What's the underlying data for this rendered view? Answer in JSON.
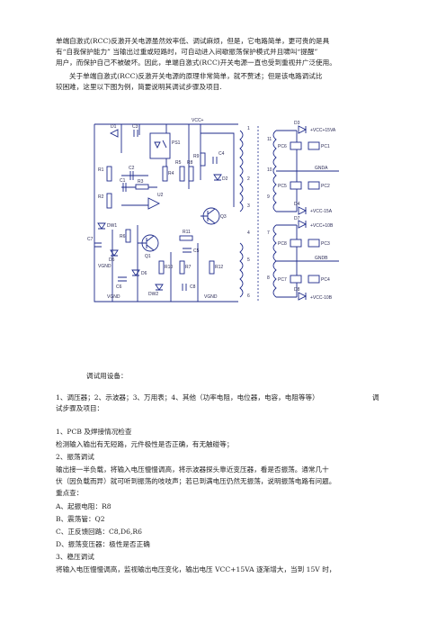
{
  "intro": {
    "line1": "单端自激式(RCC)反激开关电源虽然效率低、调试麻烦，但是，它电路简单，更可贵的是具",
    "line2": "有“自我保护能力” 当输出过重或短路时，可自动进入间歇振荡保护模式并且啸叫“提醒”",
    "line3": "用户，而保护自己不被破坏。因此，单端自激式(RCC)开关电源一直也受到重视并广泛使用。",
    "line4": "关于单端自激式(RCC)反激开关电源的原理非常简单，就不赘述；但是该电路调试比",
    "line5": "较困难，这里以下图为例，简要说明其调试步骤及项目."
  },
  "schematic": {
    "labels": {
      "d1": "D1",
      "c3": "C3",
      "ps1": "PS1",
      "vcc_top": "VCC+",
      "d3": "D3",
      "vcc15": "+VCC+15VA",
      "r1": "R1",
      "c2": "C2",
      "c1": "C1",
      "r3": "R3",
      "r2": "R2",
      "u2": "U2",
      "r4": "R4",
      "r5": "R5",
      "r8": "R8",
      "r9": "R9",
      "c4": "C4",
      "d2": "D2",
      "q3": "Q3",
      "pc6": "PC6",
      "pc1": "PC1",
      "pc5": "PC5",
      "pc2": "PC2",
      "gnda": "GNDA",
      "d4": "D4",
      "vcc15b": "+VCC-15A",
      "dw1": "DW1",
      "c7": "C7",
      "r6": "R6",
      "d5": "D5",
      "r11": "R11",
      "c5": "C5",
      "q1": "Q1",
      "d7": "D7",
      "vcc10": "+VCC+10B",
      "pc8": "PC8",
      "pc3": "PC3",
      "gndb": "GNDB",
      "r10": "R10",
      "r7": "R7",
      "r12": "R12",
      "c6": "C6",
      "d6": "D6",
      "dw2": "DW2",
      "c8": "C8",
      "pc7": "PC7",
      "pc4": "PC4",
      "d8": "D8",
      "vcc10b": "+VCC-10B",
      "vgnd1": "VGND",
      "vgnd2": "VGND",
      "vgnd3": "VGND",
      "n1": "1",
      "n2": "2",
      "n3": "3",
      "n4": "4",
      "n5": "5",
      "n6": "6",
      "n7": "7",
      "n8": "8",
      "n9": "9",
      "n10": "10",
      "n11": "11"
    }
  },
  "body": {
    "equip_title": "调试用设备：",
    "equip_line1": "1、调压器；2、示波器；3、万用表；4、其他（功率电阻，电位器，电容，电阻等等）",
    "equip_tail": "调",
    "equip_line2": "试步骤及项目：",
    "s1_title": "1、PCB 及焊接情况检查",
    "s1_text": "检测输入输出有无短路，元件极性是否正确，有无触碰等；",
    "s2_title": "2、振荡调试",
    "s2_line1": "输出接一半负载，将输入电压慢慢调高，将示波器探头靠近变压器，看是否振荡。通常几十",
    "s2_line2": "伏（因负载而异）就可听到振荡的吱吱声；若已到满电压仍然无振荡，说明振荡电路有问题。",
    "s2_line3": "重点查：",
    "a": "A、起振电阻：R8",
    "b": "B、震荡管：Q2",
    "c": "C、正反馈回路：C8,D6,R6",
    "d": "D、振荡变压器：极性是否正确",
    "s3_title": "3、稳压调试",
    "s3_line1": "将输入电压慢慢调高，监视输出电压变化，输出电压 VCC+15VA 逐渐增大，当到 15V 时，"
  }
}
